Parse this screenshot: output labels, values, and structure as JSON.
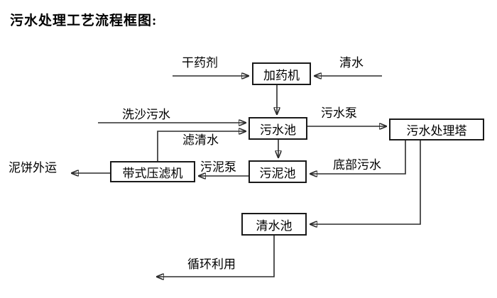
{
  "title": "污水处理工艺流程框图:",
  "diagram": {
    "nodes": {
      "dosing_machine": "加药机",
      "sewage_pool": "污水池",
      "treatment_tower": "污水处理塔",
      "sludge_pool": "污泥池",
      "belt_filter_press": "带式压滤机",
      "clean_water_pool": "清水池"
    },
    "edge_labels": {
      "dry_agent": "干药剂",
      "clean_water_in": "清水",
      "sand_washing_sewage": "洗沙污水",
      "sewage_pump": "污水泵",
      "filtered_clean_water": "滤清水",
      "bottom_sewage": "底部污水",
      "sludge_pump": "污泥泵",
      "mud_cake_out": "泥饼外运",
      "recycle_use": "循环利用"
    },
    "line_color": "#2b2b2b"
  }
}
